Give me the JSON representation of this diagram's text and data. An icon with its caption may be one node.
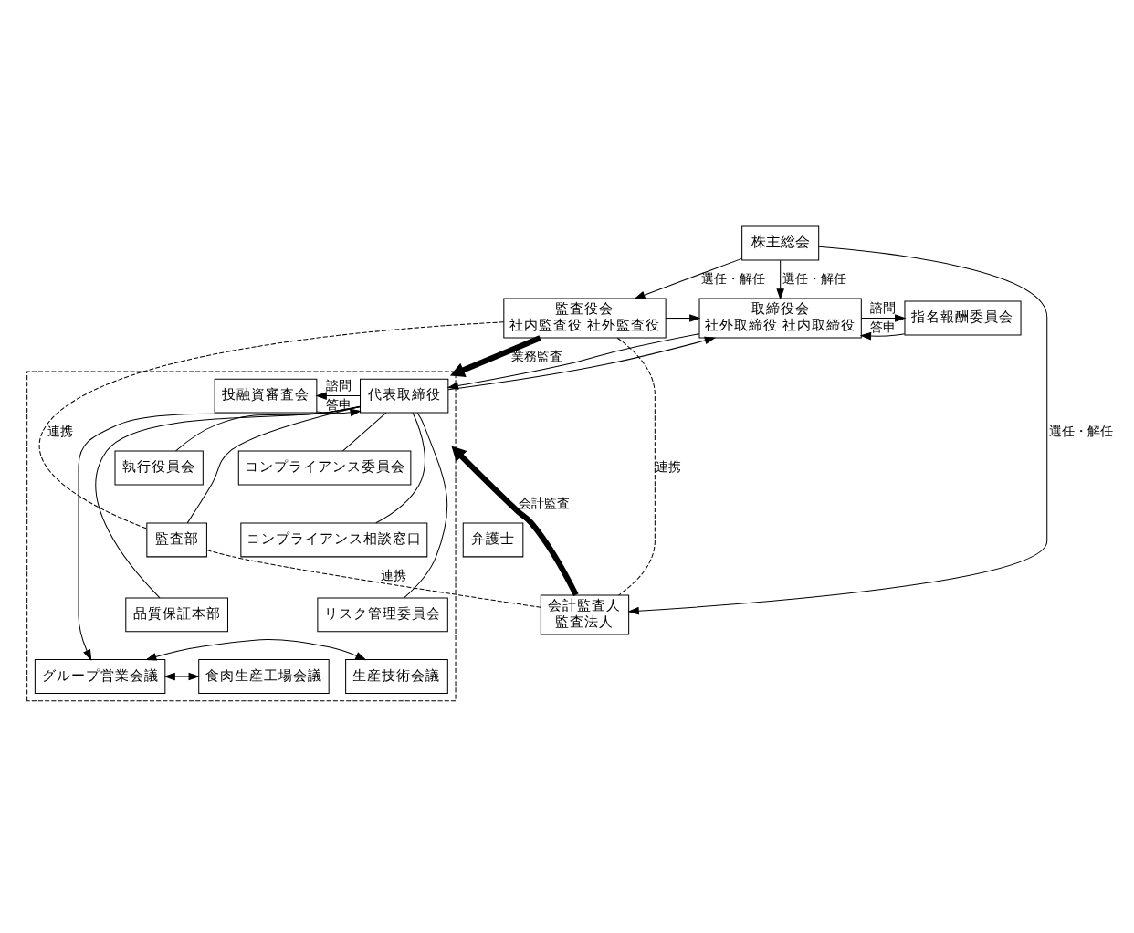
{
  "diagram": {
    "nodes": [
      {
        "text": [
          "株主総会"
        ]
      },
      {
        "text": [
          "監査役会",
          "社内監査役 社外監査役"
        ]
      },
      {
        "text": [
          "取締役会",
          "社外取締役 社内取締役"
        ]
      },
      {
        "text": [
          "指名報酬委員会"
        ]
      },
      {
        "text": [],
        "shape": "box"
      },
      {
        "text": [
          "代表取締役"
        ],
        "in": 4
      },
      {
        "text": [
          "投融資審査会"
        ],
        "in": 4
      },
      {
        "text": [
          "執行役員会"
        ],
        "in": 4
      },
      {
        "text": [
          "コンプライアンス委員会"
        ],
        "in": 4
      },
      {
        "text": [
          "監査部"
        ],
        "in": 4
      },
      {
        "text": [
          "品質保証本部"
        ],
        "in": 4
      },
      {
        "text": [
          "コンプライアンス相談窓口"
        ],
        "in": 4
      },
      {
        "text": [
          "弁護士"
        ]
      },
      {
        "text": [
          "リスク管理委員会"
        ],
        "in": 4
      },
      {
        "text": [
          "会計監査人",
          "監査法人"
        ]
      },
      {
        "text": [
          "食肉生産工場会議"
        ],
        "in": 4
      },
      {
        "text": [
          "グループ営業会議"
        ],
        "in": 4
      },
      {
        "text": [
          "生産技術会議"
        ],
        "in": 4
      }
    ],
    "edges": [
      {
        "from": 0,
        "to": 1,
        "arrow": "to",
        "label": "選任・解任"
      },
      {
        "from": 0,
        "to": 2,
        "arrow": "to",
        "label": "選任・解任"
      },
      {
        "from": 0,
        "to": 14,
        "arrow": "to",
        "label": "選任・解任"
      },
      {
        "from": 1,
        "to": 2,
        "arrow": "to"
      },
      {
        "from": 2,
        "to": 3,
        "arrow": "to",
        "label": "諮問"
      },
      {
        "from": 3,
        "to": 2,
        "arrow": "to",
        "label": "答申"
      },
      {
        "from": 2,
        "to": 5,
        "arrow": "to"
      },
      {
        "from": 5,
        "to": 2,
        "arrow": "to"
      },
      {
        "from": 5,
        "to": 6,
        "arrow": "to",
        "label": "諮問"
      },
      {
        "from": 6,
        "to": 5,
        "arrow": "to",
        "label": "答申"
      },
      {
        "from": 1,
        "to": 4,
        "arrow": "to",
        "label": "業務監査",
        "style": "thick"
      },
      {
        "from": 14,
        "to": 4,
        "arrow": "to",
        "label": "会計監査",
        "style": "thick"
      },
      {
        "from": 1,
        "to": 14,
        "arrow": "none",
        "label": "連携",
        "style": "dashed"
      },
      {
        "from": 1,
        "to": 9,
        "arrow": "none",
        "label": "連携",
        "style": "dashed"
      },
      {
        "from": 14,
        "to": 9,
        "arrow": "none",
        "label": "連携",
        "style": "dashed"
      },
      {
        "from": 5,
        "to": 7,
        "arrow": "none"
      },
      {
        "from": 5,
        "to": 8,
        "arrow": "none"
      },
      {
        "from": 5,
        "to": 9,
        "arrow": "none"
      },
      {
        "from": 5,
        "to": 10,
        "arrow": "none"
      },
      {
        "from": 5,
        "to": 11,
        "arrow": "none"
      },
      {
        "from": 5,
        "to": 13,
        "arrow": "none"
      },
      {
        "from": 5,
        "to": 16,
        "arrow": "to"
      },
      {
        "from": 11,
        "to": 12,
        "arrow": "none"
      },
      {
        "from": 15,
        "to": 16,
        "arrow": "both"
      },
      {
        "from": 16,
        "to": 17,
        "arrow": "both"
      }
    ]
  }
}
